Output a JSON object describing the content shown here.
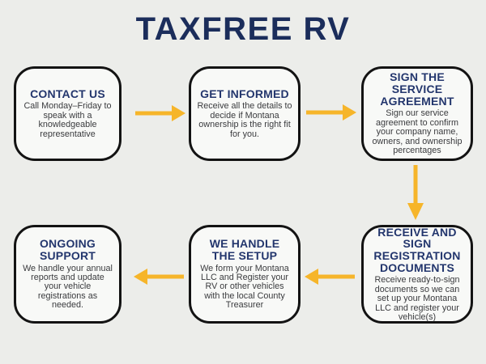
{
  "title": "TAXFREE RV",
  "colors": {
    "bg": "#ECEDEA",
    "box_bg": "#F8F9F7",
    "border": "#131313",
    "navy_title": "#1B2D5B",
    "navy_heading": "#23366D",
    "body_text": "#3A3B3E",
    "accent_yellow": "#F6B52A"
  },
  "steps": [
    {
      "id": "contact-us",
      "title": "CONTACT US",
      "description": "Call Monday–Friday to speak with a knowledgeable representative"
    },
    {
      "id": "get-informed",
      "title": "GET INFORMED",
      "description": "Receive all the details to decide if Montana ownership is the right fit for you."
    },
    {
      "id": "sign-the-service-agreement",
      "title": "SIGN THE\nSERVICE\nAGREEMENT",
      "description": "Sign our service agreement to confirm your company name, owners, and ownership percentages"
    },
    {
      "id": "receive-and-sign-registration-documents",
      "title": "RECEIVE AND\nSIGN\nREGISTRATION\nDOCUMENTS",
      "description": "Receive ready-to-sign documents so we can set up your Montana LLC and register your vehicle(s)"
    },
    {
      "id": "we-handle-the-setup",
      "title": "WE HANDLE\nTHE SETUP",
      "description": "We form your Montana LLC and Register your RV or other vehicles with the local County Treasurer"
    },
    {
      "id": "ongoing-support",
      "title": "ONGOING\nSUPPORT",
      "description": "We handle your annual reports and update your vehicle registrations as needed."
    }
  ],
  "connections": [
    {
      "from": "contact-us",
      "to": "get-informed",
      "direction": "right"
    },
    {
      "from": "get-informed",
      "to": "sign-the-service-agreement",
      "direction": "right"
    },
    {
      "from": "sign-the-service-agreement",
      "to": "receive-and-sign-registration-documents",
      "direction": "down"
    },
    {
      "from": "receive-and-sign-registration-documents",
      "to": "we-handle-the-setup",
      "direction": "left"
    },
    {
      "from": "we-handle-the-setup",
      "to": "ongoing-support",
      "direction": "left"
    }
  ]
}
